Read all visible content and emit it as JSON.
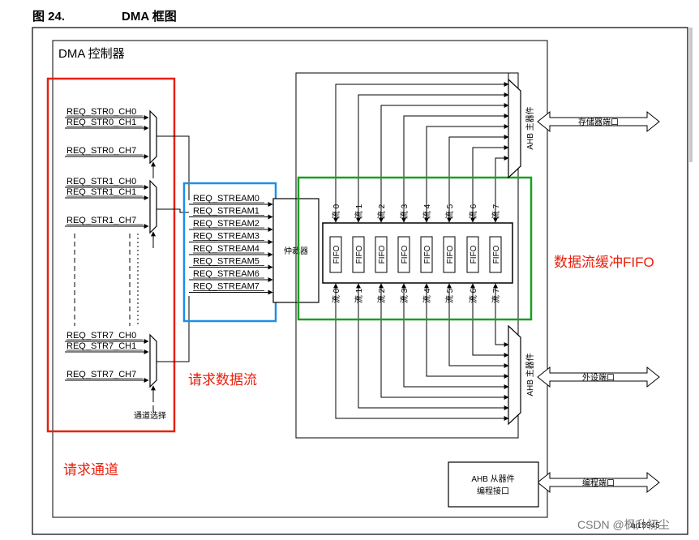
{
  "figure": {
    "number": "图 24.",
    "title": "DMA 框图"
  },
  "controller_label": "DMA 控制器",
  "request_groups": [
    {
      "channels": [
        "REQ_STR0_CH0",
        "REQ_STR0_CH1",
        "REQ_STR0_CH7"
      ]
    },
    {
      "channels": [
        "REQ_STR1_CH0",
        "REQ_STR1_CH1",
        "REQ_STR1_CH7"
      ]
    },
    {
      "channels": [
        "REQ_STR7_CH0",
        "REQ_STR7_CH1",
        "REQ_STR7_CH7"
      ]
    }
  ],
  "channel_select_label": "通道选择",
  "request_streams": [
    "REQ_STREAM0",
    "REQ_STREAM1",
    "REQ_STREAM2",
    "REQ_STREAM3",
    "REQ_STREAM4",
    "REQ_STREAM5",
    "REQ_STREAM6",
    "REQ_STREAM7"
  ],
  "arbiter_label": "仲裁器",
  "streams": [
    "流 0",
    "流 1",
    "流 2",
    "流 3",
    "流 4",
    "流 5",
    "流 6",
    "流 7"
  ],
  "fifo_label": "FIFO",
  "ahb_master_label": "AHB 主器件",
  "ports": {
    "memory": "存储器端口",
    "peripheral": "外设端口",
    "programming": "编程端口"
  },
  "ahb_slave": {
    "line1": "AHB 从器件",
    "line2": "编程接口"
  },
  "annotations": {
    "request_channels": "请求通道",
    "request_streams": "请求数据流",
    "stream_fifo": "数据流缓冲FIFO"
  },
  "figure_id": "ai15945",
  "watermark": "CSDN @枫升初尘",
  "colors": {
    "red_box": "#e8200e",
    "blue_box": "#1e8fe6",
    "green_box": "#18a020",
    "red_text": "#e8200e"
  }
}
